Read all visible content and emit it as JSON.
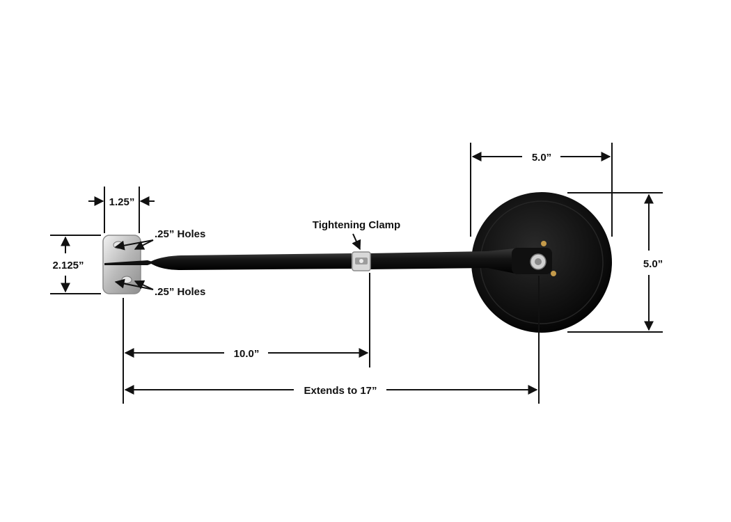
{
  "labels": {
    "bracket_width": "1.25”",
    "bracket_height": "2.125”",
    "holes_top": ".25” Holes",
    "holes_bottom": ".25” Holes",
    "clamp": "Tightening Clamp",
    "mirror_width": "5.0”",
    "mirror_height": "5.0”",
    "arm_length": "10.0”",
    "extends": "Extends to 17”"
  },
  "colors": {
    "background": "#ffffff",
    "mirror": "#0b0b0b",
    "arm": "#141414",
    "bracket": "#c9c9c9",
    "clamp": "#d8d8d8",
    "lines": "#111111"
  },
  "icons": {
    "mirror": "round-mirror-icon",
    "bracket": "mounting-bracket-icon",
    "clamp": "tightening-clamp-icon"
  }
}
